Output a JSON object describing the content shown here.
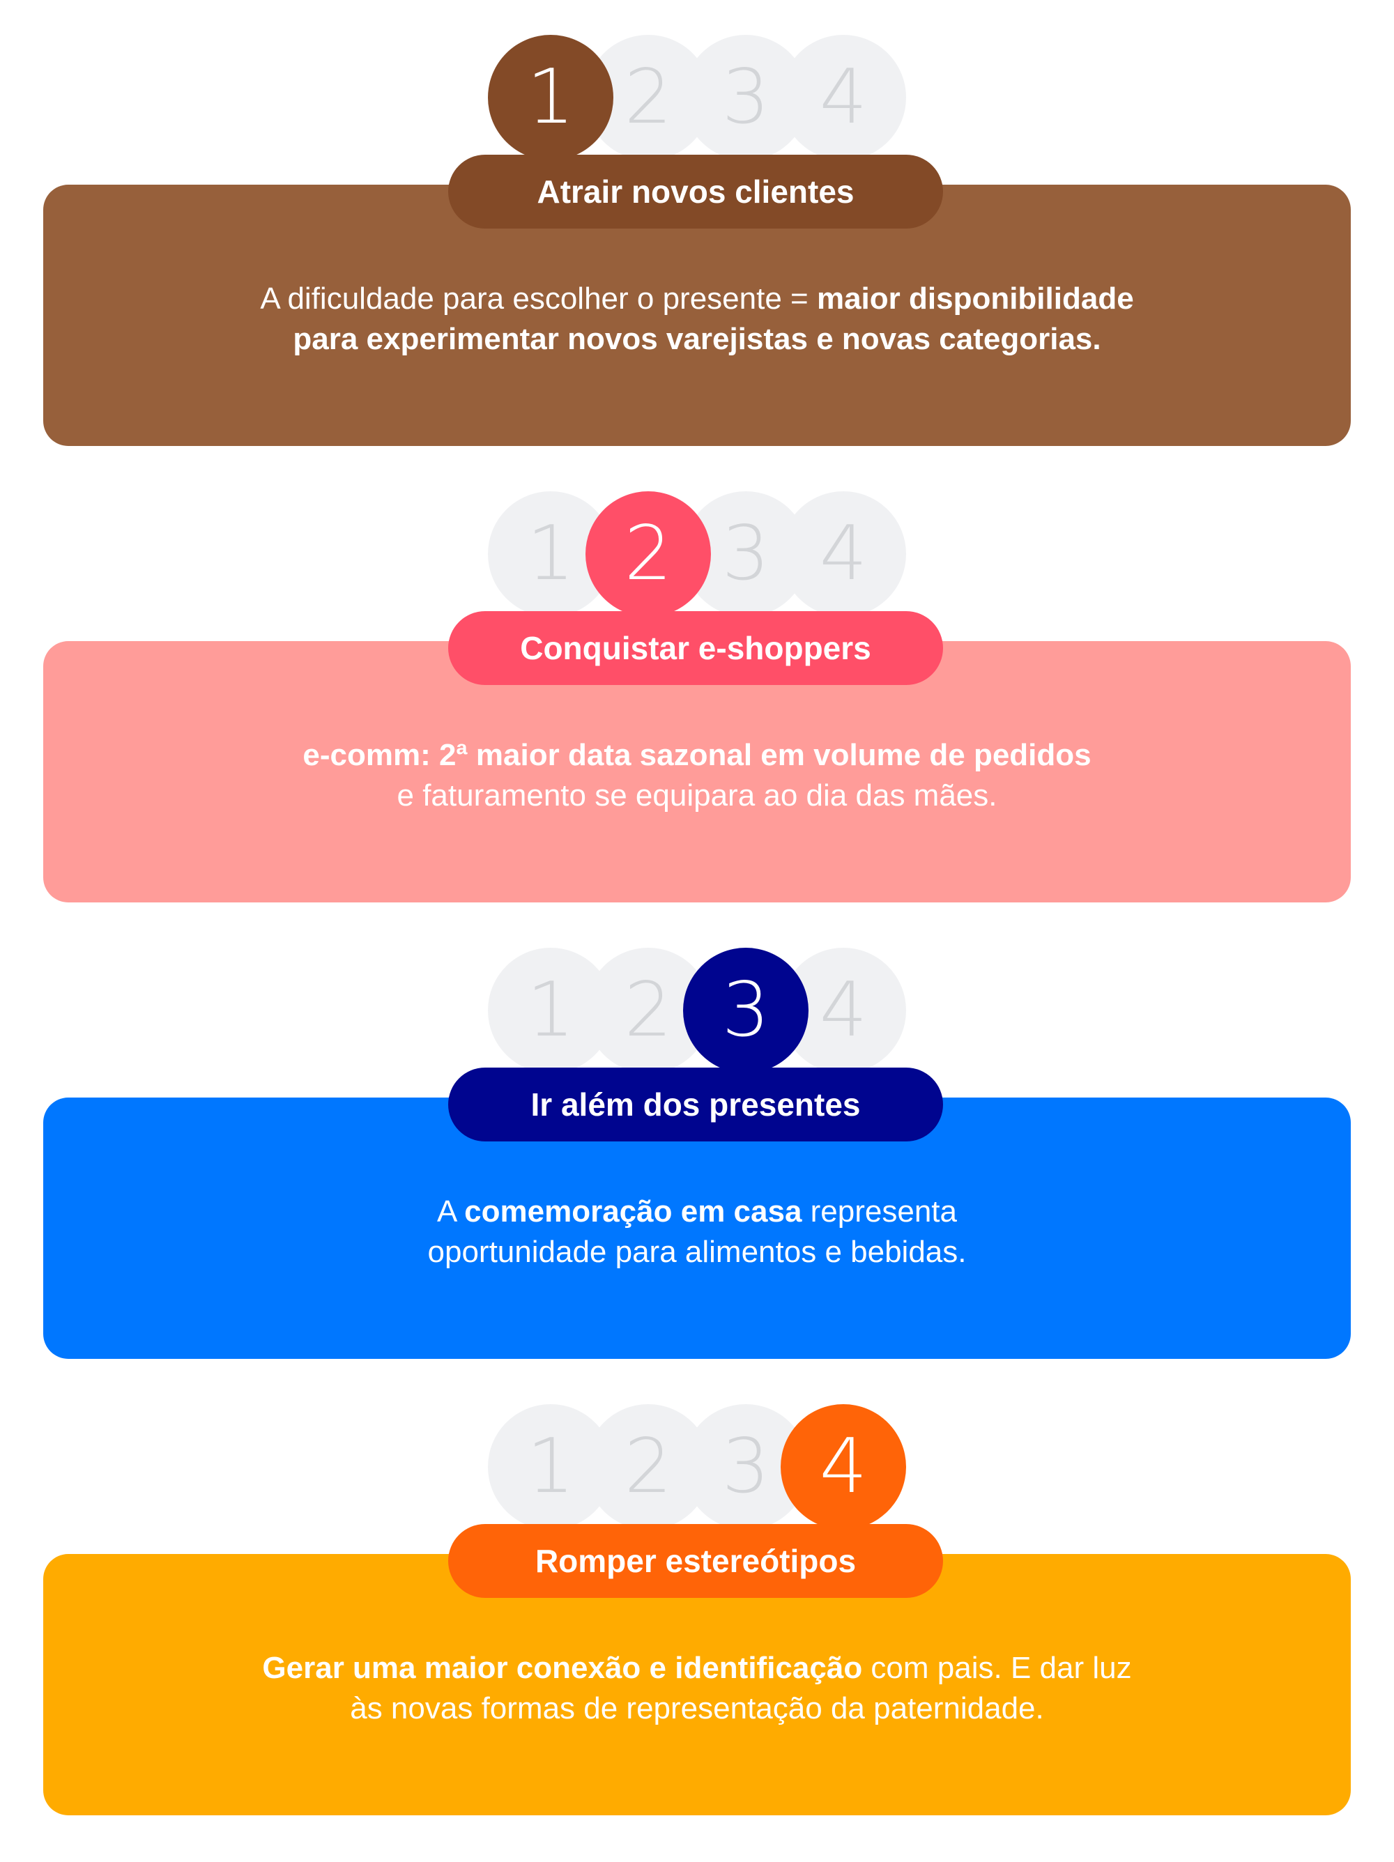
{
  "steps": {
    "numbers": [
      "1",
      "2",
      "3",
      "4"
    ]
  },
  "sections": [
    {
      "title": "Atrair novos clientes",
      "line1": [
        {
          "text": "A dificuldade para escolher o presente = ",
          "bold": false
        },
        {
          "text": "maior disponibilidade",
          "bold": true
        }
      ],
      "line2": [
        {
          "text": "para experimentar novos varejistas e novas categorias.",
          "bold": true
        }
      ],
      "colors": {
        "circle": "#834a27",
        "pill": "#834a27",
        "card": "#97603b"
      }
    },
    {
      "title": "Conquistar e-shoppers",
      "line1": [
        {
          "text": "e-comm: 2ª maior data sazonal em volume de pedidos",
          "bold": true
        }
      ],
      "line2": [
        {
          "text": "e faturamento se equipara ao dia das mães.",
          "bold": false
        }
      ],
      "colors": {
        "circle": "#ff4f68",
        "pill": "#ff4f68",
        "card": "#ff9c99"
      }
    },
    {
      "title": "Ir além dos presentes",
      "line1": [
        {
          "text": "A ",
          "bold": false
        },
        {
          "text": "comemoração em casa",
          "bold": true
        },
        {
          "text": " representa",
          "bold": false
        }
      ],
      "line2": [
        {
          "text": "oportunidade para alimentos e bebidas.",
          "bold": false
        }
      ],
      "colors": {
        "circle": "#00058f",
        "pill": "#00058f",
        "card": "#0077ff"
      }
    },
    {
      "title": "Romper estereótipos",
      "line1": [
        {
          "text": "Gerar uma maior conexão e identificação",
          "bold": true
        },
        {
          "text": " com pais. E dar luz",
          "bold": false
        }
      ],
      "line2": [
        {
          "text": "às novas formas de representação da paternidade.",
          "bold": false
        }
      ],
      "colors": {
        "circle": "#ff6408",
        "pill": "#ff6408",
        "card": "#ffab00"
      }
    }
  ]
}
